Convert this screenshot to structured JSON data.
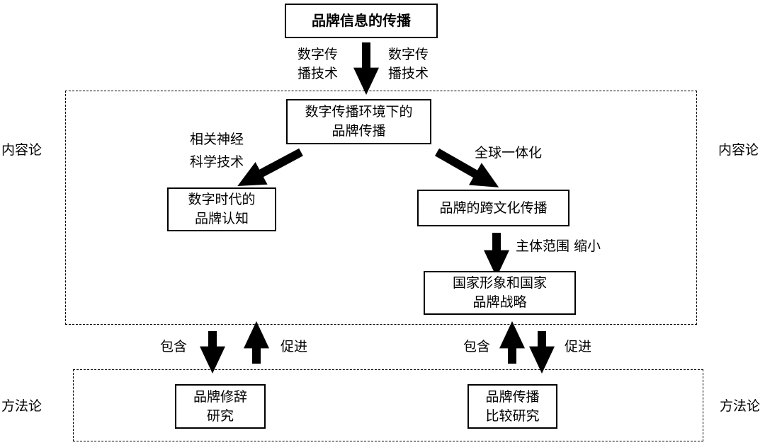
{
  "boxes": {
    "top": "品牌信息的传播",
    "center": "数字传播环境下的\n品牌传播",
    "left": "数字时代的\n品牌认知",
    "right": "品牌的跨文化传播",
    "national": "国家形象和国家\n品牌战略",
    "rhetoric": "品牌修辞\n研究",
    "comparative": "品牌传播\n比较研究"
  },
  "labels": {
    "tech_left": "数字传\n播技术",
    "tech_right": "数字传\n播技术",
    "neuro": "相关神经\n科学技术",
    "global": "全球一体化",
    "narrow": "主体范围 缩小",
    "include_left": "包含",
    "promote_left": "促进",
    "include_right": "包含",
    "promote_right": "促进"
  },
  "side_labels": {
    "content_left": "内容论",
    "content_right": "内容论",
    "method_left": "方法论",
    "method_right": "方法论"
  }
}
